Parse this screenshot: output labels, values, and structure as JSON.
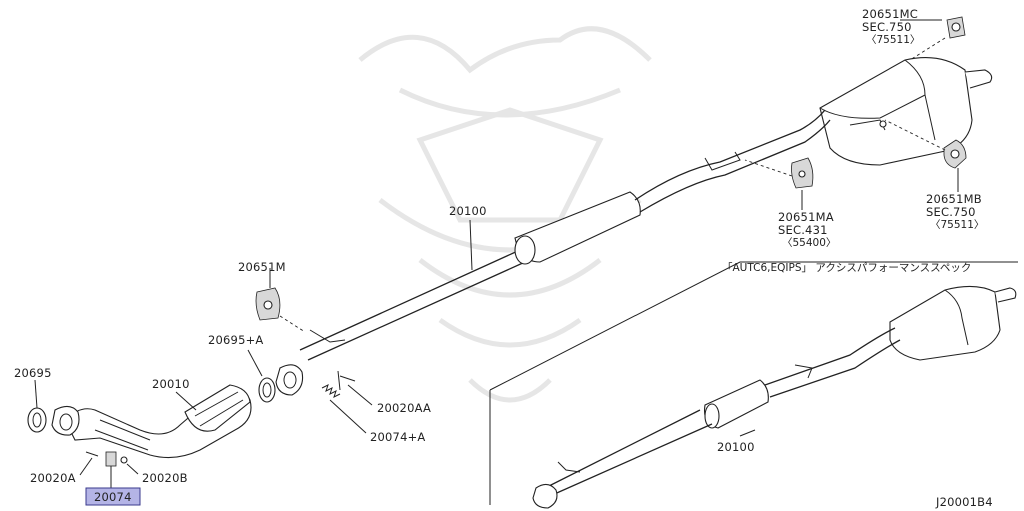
{
  "labels": {
    "p20651mc": "20651MC",
    "p20651mc_sec": "SEC.750",
    "p20651mc_ref": "〈75511〉",
    "p20651mb": "20651MB",
    "p20651mb_sec": "SEC.750",
    "p20651mb_ref": "〈75511〉",
    "p20651ma": "20651MA",
    "p20651ma_sec": "SEC.431",
    "p20651ma_ref": "〈55400〉",
    "p20100_top": "20100",
    "p20100_bottom": "20100",
    "p20651m": "20651M",
    "p20695a": "20695+A",
    "p20695": "20695",
    "p20010": "20010",
    "p20020aa": "20020AA",
    "p20074a": "20074+A",
    "p20020a": "20020A",
    "p20020b": "20020B",
    "p20074": "20074",
    "variant_note": "「AUTC6,EQIPS」 アクシスパフォーマンススペック",
    "figure_code": "J20001B4"
  },
  "colors": {
    "highlight_fill": "#b4b4e6",
    "highlight_border": "#3a3a8c",
    "line": "#222222",
    "watermark": "#e6e6e6"
  }
}
